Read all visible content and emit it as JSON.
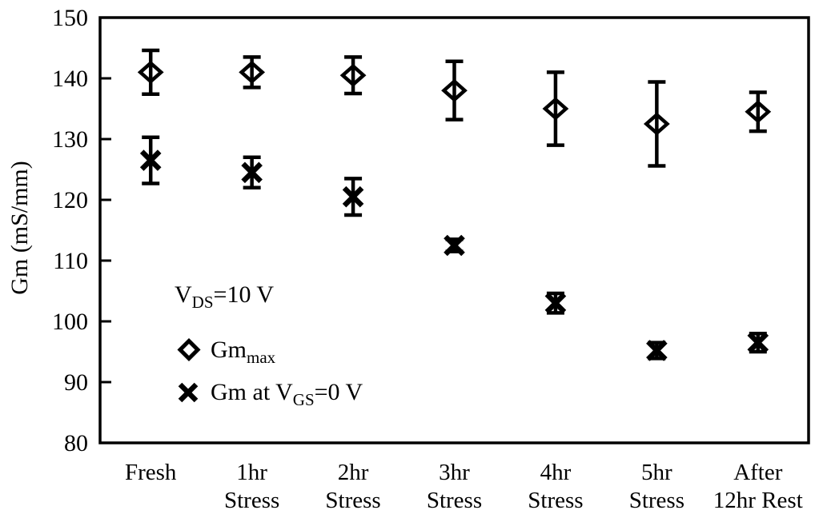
{
  "figure": {
    "background": "#ffffff",
    "ink": "#000000"
  },
  "chart_data": {
    "type": "scatter",
    "title": "",
    "xlabel": "",
    "ylabel": "Gm (mS/mm)",
    "ylim": [
      80,
      150
    ],
    "yticks": [
      80,
      90,
      100,
      110,
      120,
      130,
      140,
      150
    ],
    "grid": false,
    "legend_position": "inside lower-left",
    "annotation": {
      "pre": "V",
      "sub": "DS",
      "post": "=10 V"
    },
    "categories": [
      [
        "Fresh"
      ],
      [
        "1hr",
        "Stress"
      ],
      [
        "2hr",
        "Stress"
      ],
      [
        "3hr",
        "Stress"
      ],
      [
        "4hr",
        "Stress"
      ],
      [
        "5hr",
        "Stress"
      ],
      [
        "After",
        "12hr Rest"
      ]
    ],
    "series": [
      {
        "name_pre": "Gm",
        "name_sub": "max",
        "name_post": "",
        "marker": "diamond",
        "values": [
          141,
          141,
          140.5,
          138,
          135,
          132.5,
          134.5
        ],
        "err": [
          3.6,
          2.5,
          3,
          4.8,
          6,
          6.9,
          3.2
        ]
      },
      {
        "name_pre": "Gm at V",
        "name_sub": "GS",
        "name_post": "=0 V",
        "marker": "x",
        "values": [
          126.5,
          124.5,
          120.5,
          112.5,
          103,
          95.2,
          96.5
        ],
        "err": [
          3.8,
          2.5,
          3,
          1,
          1.6,
          1.3,
          1.5
        ]
      }
    ]
  }
}
